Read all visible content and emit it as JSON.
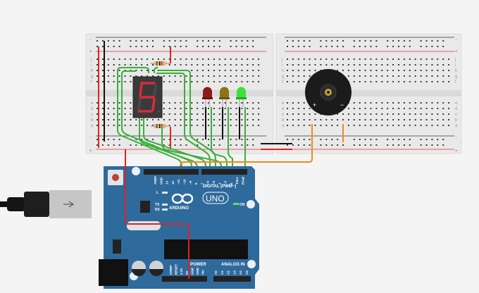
{
  "colors": {
    "background": "#f4f4f5",
    "breadboard": "#e9e9e9",
    "arduino": "#2e6a9c",
    "wire_green": "#3ab03a",
    "wire_red": "#e0231f",
    "wire_orange": "#ee8a1c",
    "wire_black": "#111111",
    "led_red": "#8e1a17",
    "led_yellow": "#8e7314",
    "led_green": "#3ee03e"
  },
  "breadboard": {
    "rail_plus": "+",
    "rail_minus": "−",
    "rows_top": [
      "j",
      "i",
      "h",
      "g",
      "f"
    ],
    "rows_bottom": [
      "e",
      "d",
      "c",
      "b",
      "a"
    ]
  },
  "display": {
    "digit": "5"
  },
  "buzzer": {
    "plus": "+",
    "minus": "−"
  },
  "arduino": {
    "brand": "ARDUINO",
    "model": "UNO",
    "on_label": "ON",
    "led_l": "L",
    "tx": "TX",
    "rx": "RX",
    "digital_label": "DIGITAL (PWM~)",
    "power_label": "POWER",
    "analog_label": "ANALOG IN",
    "digital_pins": [
      "AREF",
      "GND",
      "13",
      "12",
      "~11",
      "~10",
      "~9",
      "8",
      "7",
      "~6",
      "~5",
      "4",
      "~3",
      "2",
      "TX▸1",
      "RX◂0"
    ],
    "power_pins": [
      "IOREF",
      "RESET",
      "3.3V",
      "5V",
      "GND",
      "GND",
      "Vin"
    ],
    "analog_pins": [
      "A0",
      "A1",
      "A2",
      "A3",
      "A4",
      "A5"
    ]
  }
}
